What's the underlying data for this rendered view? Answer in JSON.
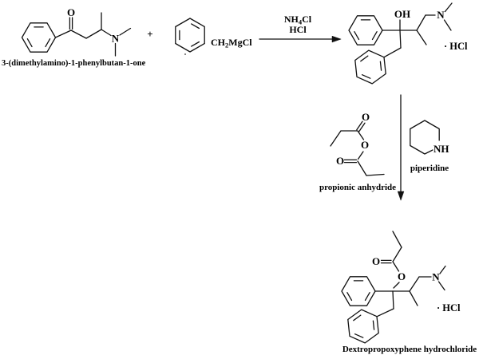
{
  "colors": {
    "ink": "#111111",
    "background": "#ffffff"
  },
  "atoms": {
    "o": "O",
    "n": "N",
    "oh": "OH",
    "nh": "NH"
  },
  "labels": {
    "reactant1_name": "3-(dimethylamino)-1-phenylbutan-1-one",
    "plus": "+",
    "grignard": {
      "pre": "CH",
      "sub": "2",
      "post": "MgCl"
    },
    "step1_reagent1": {
      "pre": "NH",
      "sub": "4",
      "post": "Cl"
    },
    "step1_reagent2": "HCl",
    "intermediate_salt": "· HCl",
    "anhydride_name": "propionic anhydride",
    "piperidine_name": "piperidine",
    "product_salt": "· HCl",
    "product_name": "Dextropropoxyphene hydrochloride"
  }
}
